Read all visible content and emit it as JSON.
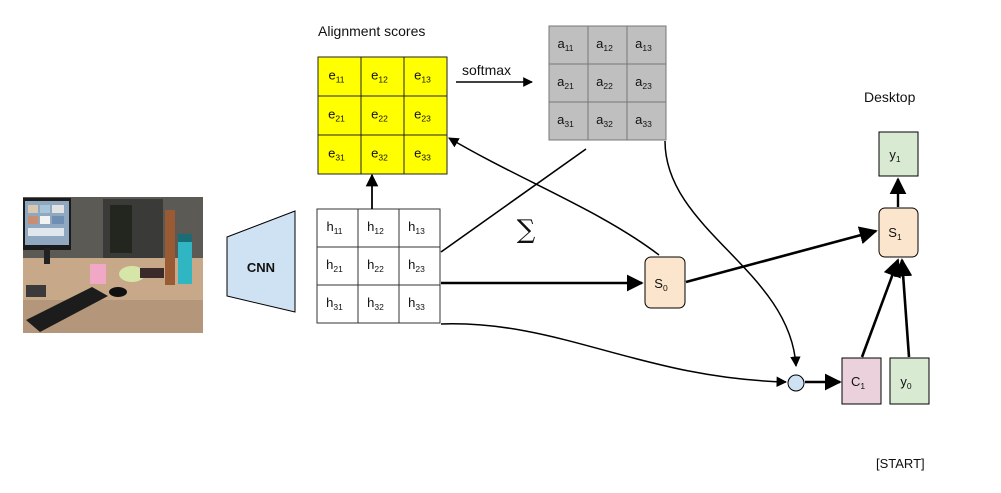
{
  "labels": {
    "alignment_title": "Alignment scores",
    "softmax": "softmax",
    "sum_symbol": "∑",
    "cnn": "CNN",
    "desktop": "Desktop",
    "start": "[START]"
  },
  "matrices": {
    "e": [
      [
        "e",
        "11"
      ],
      [
        "e",
        "12"
      ],
      [
        "e",
        "13"
      ],
      [
        "e",
        "21"
      ],
      [
        "e",
        "22"
      ],
      [
        "e",
        "23"
      ],
      [
        "e",
        "31"
      ],
      [
        "e",
        "32"
      ],
      [
        "e",
        "33"
      ]
    ],
    "a": [
      [
        "a",
        "11"
      ],
      [
        "a",
        "12"
      ],
      [
        "a",
        "13"
      ],
      [
        "a",
        "21"
      ],
      [
        "a",
        "22"
      ],
      [
        "a",
        "23"
      ],
      [
        "a",
        "31"
      ],
      [
        "a",
        "32"
      ],
      [
        "a",
        "33"
      ]
    ],
    "h": [
      [
        "h",
        "11"
      ],
      [
        "h",
        "12"
      ],
      [
        "h",
        "13"
      ],
      [
        "h",
        "21"
      ],
      [
        "h",
        "22"
      ],
      [
        "h",
        "23"
      ],
      [
        "h",
        "31"
      ],
      [
        "h",
        "32"
      ],
      [
        "h",
        "33"
      ]
    ]
  },
  "nodes": {
    "s0": [
      "S",
      "0"
    ],
    "s1": [
      "S",
      "1"
    ],
    "c1": [
      "C",
      "1"
    ],
    "y0": [
      "y",
      "0"
    ],
    "y1": [
      "y",
      "1"
    ]
  },
  "colors": {
    "e_fill": "#ffff00",
    "a_fill": "#bfbfbf",
    "h_fill": "#ffffff",
    "s_fill": "#fce5cd",
    "c_fill": "#ead1dc",
    "y_fill": "#d9ead3",
    "cnn_fill": "#cfe2f3",
    "circle_fill": "#cfe2f3"
  }
}
